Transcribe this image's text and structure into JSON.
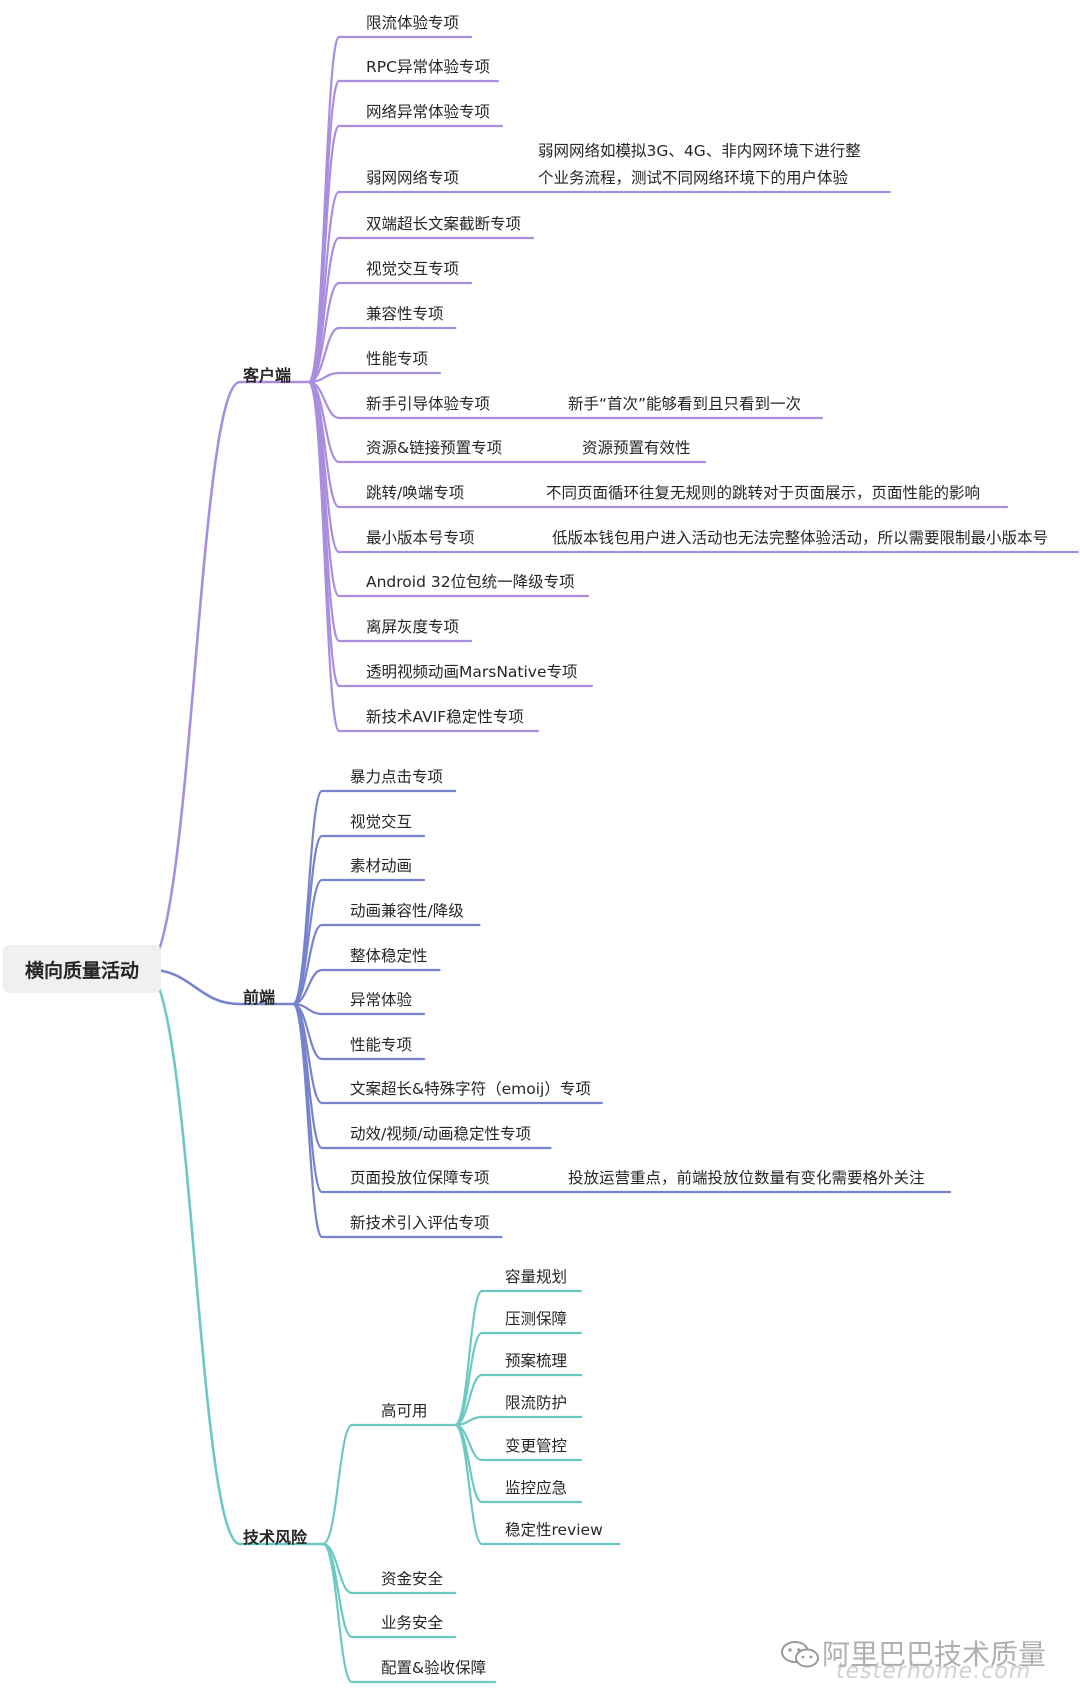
{
  "root": {
    "label": "横向质量活动"
  },
  "colors": {
    "client": "#a98ee0",
    "frontend": "#7883ce",
    "risk": "#6cc9c2"
  },
  "branches": [
    {
      "key": "client",
      "label": "客户端",
      "children": [
        {
          "label": "限流体验专项"
        },
        {
          "label": "RPC异常体验专项"
        },
        {
          "label": "网络异常体验专项"
        },
        {
          "label": "弱网网络专项",
          "note": [
            "弱网网络如模拟3G、4G、非内网环境下进行整",
            "个业务流程，测试不同网络环境下的用户体验"
          ]
        },
        {
          "label": "双端超长文案截断专项"
        },
        {
          "label": "视觉交互专项"
        },
        {
          "label": "兼容性专项"
        },
        {
          "label": "性能专项"
        },
        {
          "label": "新手引导体验专项",
          "note": [
            "新手“首次”能够看到且只看到一次"
          ]
        },
        {
          "label": "资源&链接预置专项",
          "note": [
            "资源预置有效性"
          ]
        },
        {
          "label": "跳转/唤端专项",
          "note": [
            "不同页面循环往复无规则的跳转对于页面展示，页面性能的影响"
          ]
        },
        {
          "label": "最小版本号专项",
          "note": [
            "低版本钱包用户进入活动也无法完整体验活动，所以需要限制最小版本号"
          ]
        },
        {
          "label": "Android 32位包统一降级专项"
        },
        {
          "label": "离屏灰度专项"
        },
        {
          "label": "透明视频动画MarsNative专项"
        },
        {
          "label": "新技术AVIF稳定性专项"
        }
      ]
    },
    {
      "key": "frontend",
      "label": "前端",
      "children": [
        {
          "label": "暴力点击专项"
        },
        {
          "label": "视觉交互"
        },
        {
          "label": "素材动画"
        },
        {
          "label": "动画兼容性/降级"
        },
        {
          "label": "整体稳定性"
        },
        {
          "label": "异常体验"
        },
        {
          "label": "性能专项"
        },
        {
          "label": "文案超长&特殊字符（emoij）专项"
        },
        {
          "label": "动效/视频/动画稳定性专项"
        },
        {
          "label": "页面投放位保障专项",
          "note": [
            "投放运营重点，前端投放位数量有变化需要格外关注"
          ]
        },
        {
          "label": "新技术引入评估专项"
        }
      ]
    },
    {
      "key": "risk",
      "label": "技术风险",
      "children": [
        {
          "label": "高可用",
          "children": [
            {
              "label": "容量规划"
            },
            {
              "label": "压测保障"
            },
            {
              "label": "预案梳理"
            },
            {
              "label": "限流防护"
            },
            {
              "label": "变更管控"
            },
            {
              "label": "监控应急"
            },
            {
              "label": "稳定性review"
            }
          ]
        },
        {
          "label": "资金安全"
        },
        {
          "label": "业务安全"
        },
        {
          "label": "配置&验收保障"
        }
      ]
    }
  ],
  "watermark": {
    "icon": "wechat-icon",
    "text": "阿里巴巴技术质量",
    "sub": "testerhome.com"
  }
}
